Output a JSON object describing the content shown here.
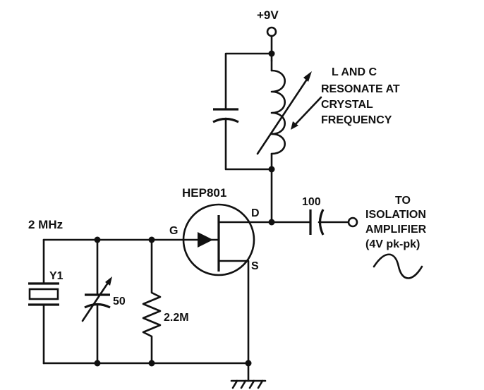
{
  "supply_label": "+9V",
  "tank_note": [
    "L AND C",
    "RESONATE AT",
    "CRYSTAL",
    "FREQUENCY"
  ],
  "transistor": {
    "part": "HEP801",
    "gate": "G",
    "drain": "D",
    "source": "S"
  },
  "coupling_cap": "100",
  "output_label": [
    "TO",
    "ISOLATION",
    "AMPLIFIER",
    "(4V pk-pk)"
  ],
  "frequency_label": "2 MHz",
  "crystal_label": "Y1",
  "trimmer_label": "50",
  "resistor_label": "2.2M"
}
